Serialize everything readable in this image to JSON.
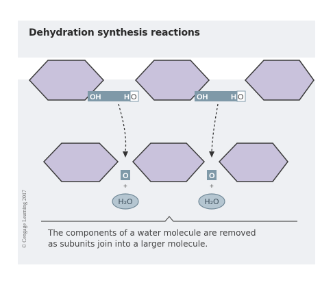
{
  "title": "Dehydration synthesis reactions",
  "monomer_labels": {
    "left_oh": "OH",
    "mid_h": "H",
    "mid_o": "O",
    "mid_oh": "OH",
    "right_h": "H",
    "right_o": "O"
  },
  "product_labels": {
    "bridge_o_1": "O",
    "bridge_o_2": "O",
    "plus_1": "+",
    "plus_2": "+",
    "water_1": "H₂O",
    "water_2": "H₂O"
  },
  "caption": {
    "line1": "The components of a water molecule are removed",
    "line2": "as subunits join into a larger molecule."
  },
  "copyright": "© Cengage Learning 2017",
  "colors": {
    "panel": "#eef0f3",
    "band": "#ffffff",
    "hexagon_fill": "#c9c2dc",
    "hexagon_stroke": "#3a3a3a",
    "group_box": "#7f99a8",
    "water_fill": "#b5c6d1"
  }
}
